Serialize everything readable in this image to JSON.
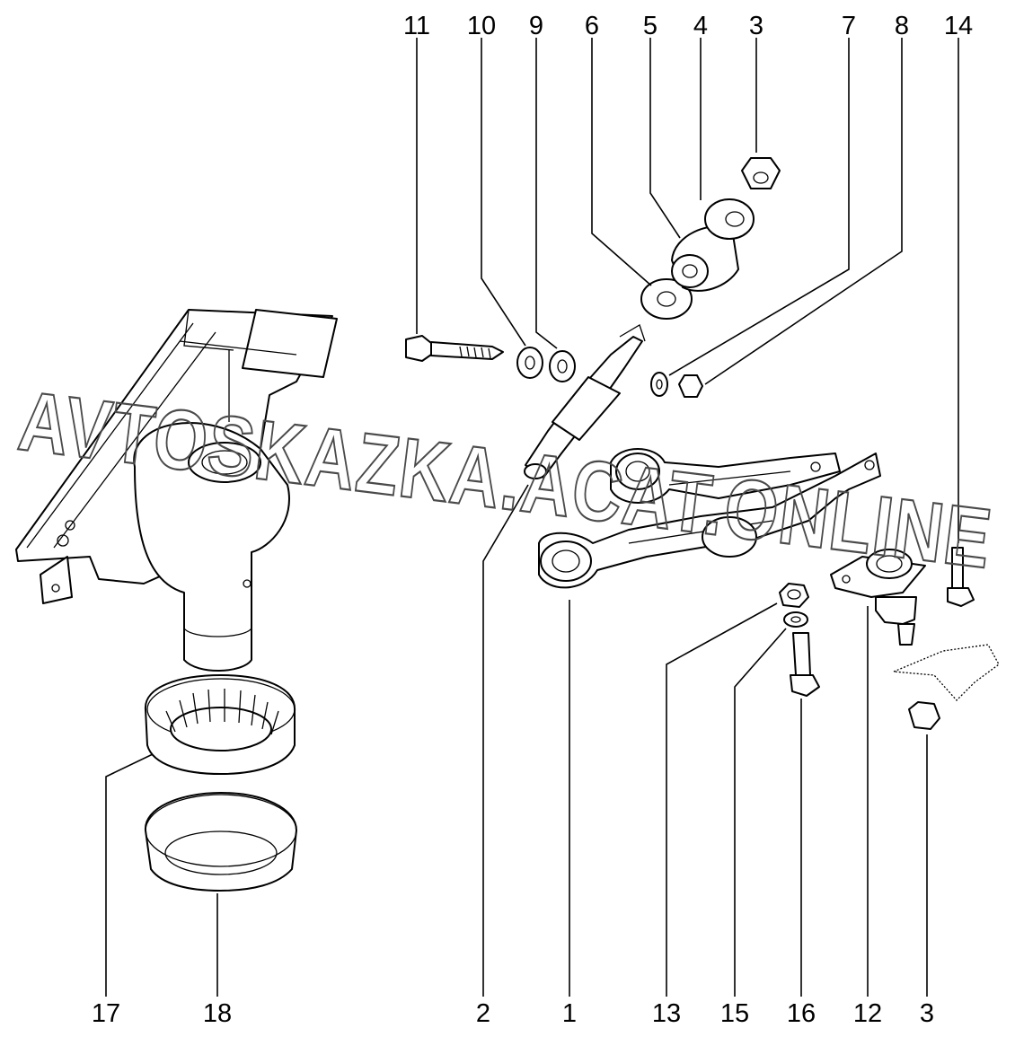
{
  "watermark": "AVTOSKAZKA.ACAT.ONLINE",
  "callouts": {
    "top": [
      "11",
      "10",
      "9",
      "6",
      "5",
      "4",
      "3",
      "7",
      "8",
      "14"
    ],
    "bottom": [
      "17",
      "18",
      "2",
      "1",
      "13",
      "15",
      "16",
      "12",
      "3"
    ]
  }
}
